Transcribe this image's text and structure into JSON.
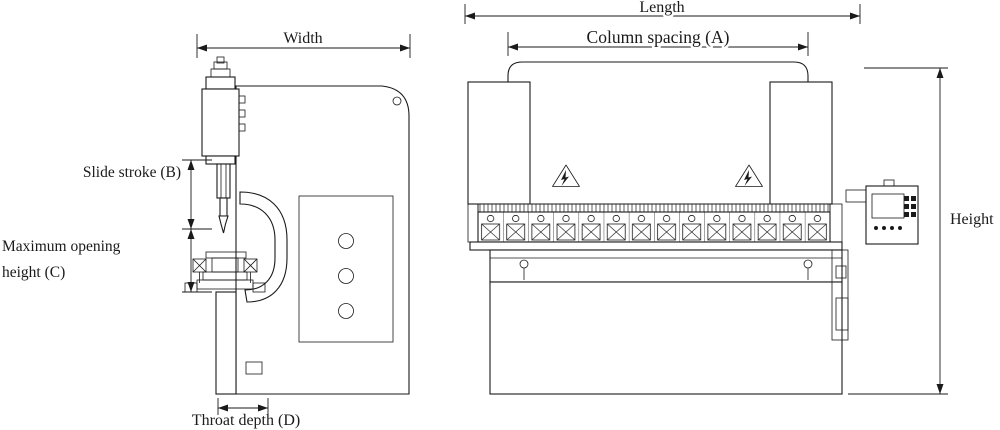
{
  "diagram": {
    "labels": {
      "width": "Width",
      "slide_stroke": "Slide stroke (B)",
      "max_opening_line1": "Maximum opening",
      "max_opening_line2": "height (C)",
      "throat_depth": "Throat depth (D)",
      "length": "Length",
      "column_spacing": "Column spacing (A)",
      "height": "Height"
    },
    "icons": {
      "warning_left": "hazard-warning-triangle",
      "warning_right": "hazard-warning-triangle"
    },
    "colors": {
      "line": "#1a1a1a",
      "background": "#ffffff"
    }
  }
}
